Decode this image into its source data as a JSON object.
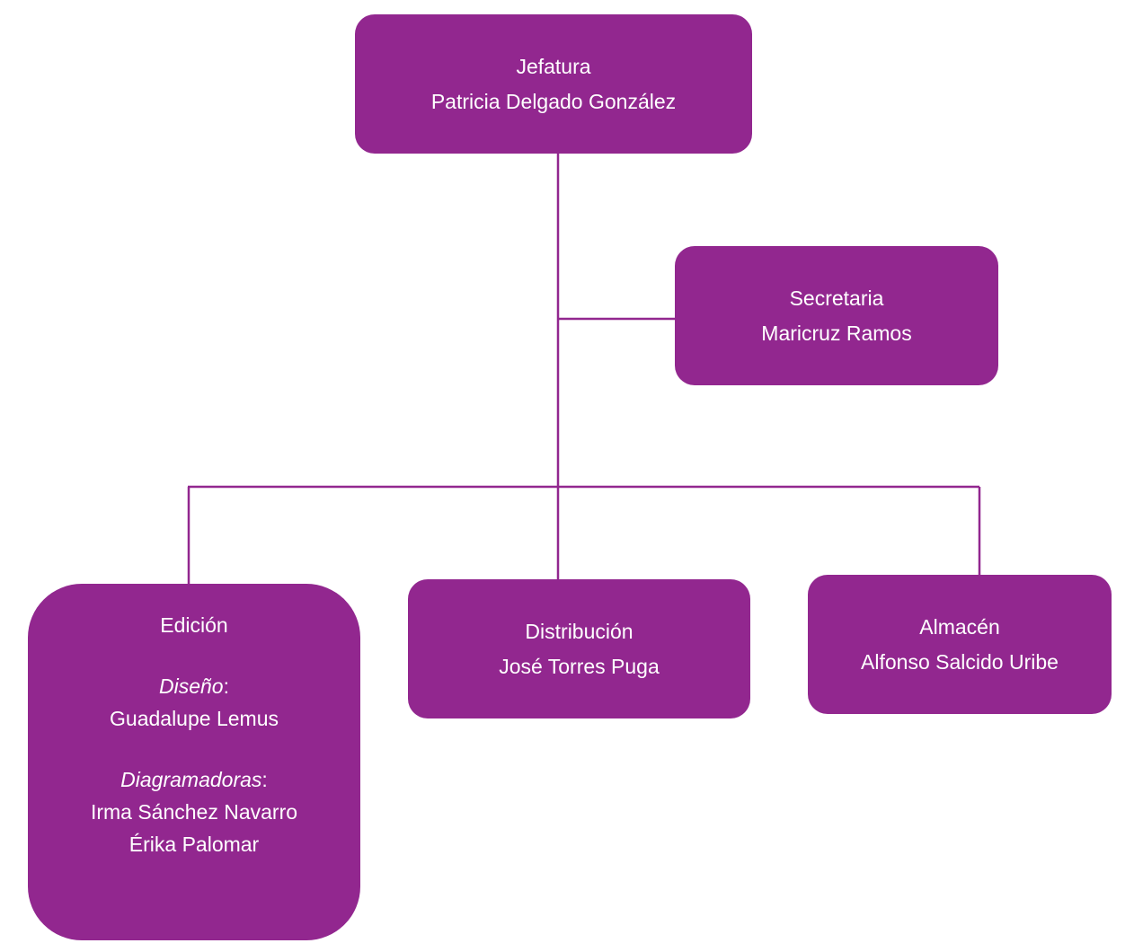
{
  "colors": {
    "box_fill": "#92278f",
    "line": "#92278f",
    "text": "#ffffff",
    "background": "#ffffff"
  },
  "nodes": {
    "jefatura": {
      "title": "Jefatura",
      "person": "Patricia Delgado González"
    },
    "secretaria": {
      "title": "Secretaria",
      "person": "Maricruz Ramos"
    },
    "edicion": {
      "title": "Edición",
      "design_label": "Diseño",
      "design_person": "Guadalupe Lemus",
      "layout_label": "Diagramadoras",
      "layout_people": [
        "Irma Sánchez Navarro",
        "Érika Palomar"
      ]
    },
    "distribucion": {
      "title": "Distribución",
      "person": "José Torres Puga"
    },
    "almacen": {
      "title": "Almacén",
      "person": "Alfonso Salcido Uribe"
    }
  }
}
